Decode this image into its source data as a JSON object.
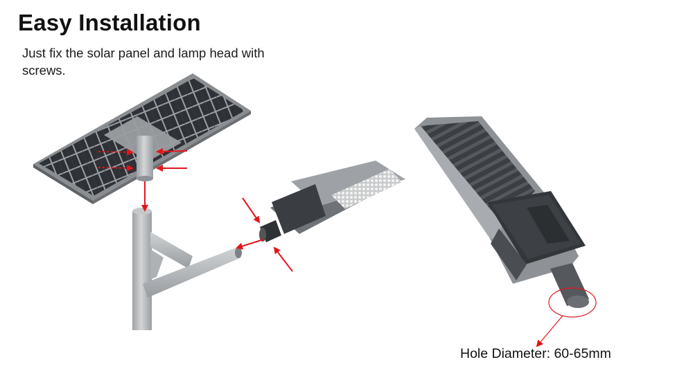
{
  "heading": {
    "title": "Easy Installation",
    "subtitle": "Just fix the solar panel and lamp head with screws."
  },
  "callout": {
    "label": "Hole Diameter: 60-65mm"
  },
  "colors": {
    "arrow": "#e3151a",
    "panel_cell": "#2b2e31",
    "frame": "#8b8e91",
    "pole": "#b5b8bb"
  }
}
